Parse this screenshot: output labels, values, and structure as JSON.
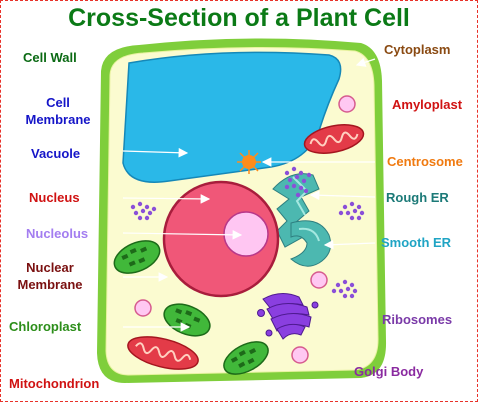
{
  "title": "Cross-Section of a Plant Cell",
  "labels": {
    "cell_wall": "Cell Wall",
    "cell_membrane_1": "Cell",
    "cell_membrane_2": "Membrane",
    "vacuole": "Vacuole",
    "nucleus": "Nucleus",
    "nucleolus": "Nucleolus",
    "nuclear_membrane_1": "Nuclear",
    "nuclear_membrane_2": "Membrane",
    "chloroplast": "Chloroplast",
    "mitochondrion": "Mitochondrion",
    "cytoplasm": "Cytoplasm",
    "amyloplast": "Amyloplast",
    "centrosome": "Centrosome",
    "rough_er": "Rough ER",
    "smooth_er": "Smooth ER",
    "ribosomes": "Ribosomes",
    "golgi_body": "Golgi Body"
  },
  "colors": {
    "title": "#0b7a16",
    "cell_wall": "#7fce3b",
    "cytoplasm": "#fbfbd0",
    "vacuole": "#2ab8e8",
    "nucleus": "#f05778",
    "nucleolus": "#ffc6f2",
    "chloroplast": "#41b83a",
    "mitochondrion": "#e33b48",
    "er": "#4cb8b0",
    "golgi": "#8a3fe0",
    "ribosome": "#8a4fd8",
    "centrosome": "#ff8c1a"
  }
}
